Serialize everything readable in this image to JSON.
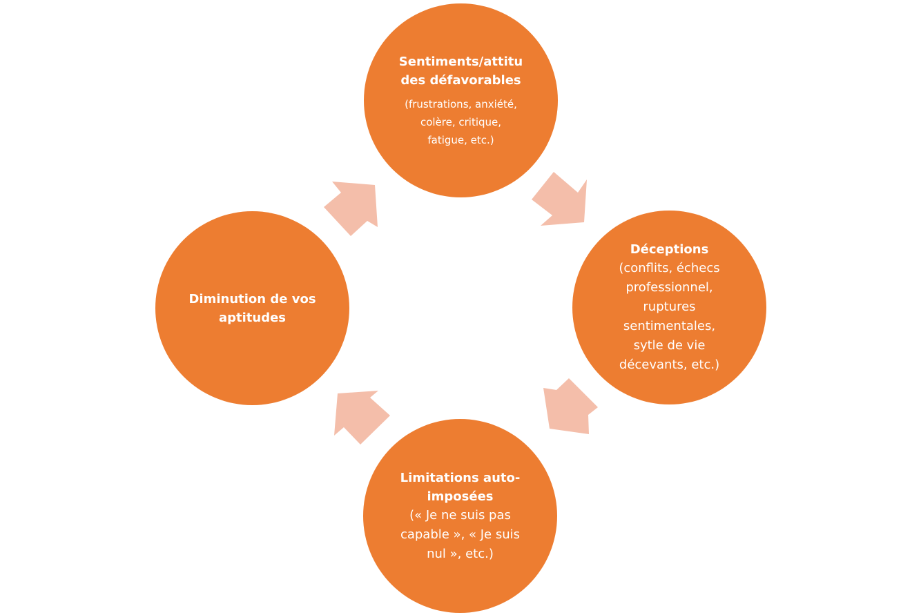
{
  "colors": {
    "node_fill": "#ED7D31",
    "arrow_fill": "#F4BEAA",
    "text": "#FFFFFF",
    "background": "#FFFFFF"
  },
  "cycle": {
    "nodes": [
      {
        "title": "Sentiments/attitudes défavorables",
        "title_lines": [
          "Sentiments/attitu",
          "des défavorables"
        ],
        "sub_lines": [
          "(frustrations, anxiété,",
          "colère, critique,",
          "fatigue, etc.)"
        ]
      },
      {
        "title": "Déceptions",
        "sub_lines": [
          "(conflits, échecs",
          "professionnel,",
          "ruptures",
          "sentimentales,",
          "sytle de vie",
          "décevants, etc.)"
        ]
      },
      {
        "title": "Limitations auto-imposées",
        "title_lines": [
          "Limitations auto-",
          "imposées"
        ],
        "sub_lines": [
          "(« Je ne suis pas",
          "capable », « Je suis",
          "nul », etc.)"
        ]
      },
      {
        "title": "Diminution de vos aptitudes",
        "title_lines": [
          "Diminution de vos",
          "aptitudes"
        ]
      }
    ],
    "arrows": [
      {
        "from": "Sentiments/attitudes défavorables",
        "to": "Déceptions",
        "icon": "arrow-down-right-icon"
      },
      {
        "from": "Déceptions",
        "to": "Limitations auto-imposées",
        "icon": "arrow-down-left-icon"
      },
      {
        "from": "Limitations auto-imposées",
        "to": "Diminution de vos aptitudes",
        "icon": "arrow-up-left-icon"
      },
      {
        "from": "Diminution de vos aptitudes",
        "to": "Sentiments/attitudes défavorables",
        "icon": "arrow-up-right-icon"
      }
    ]
  }
}
